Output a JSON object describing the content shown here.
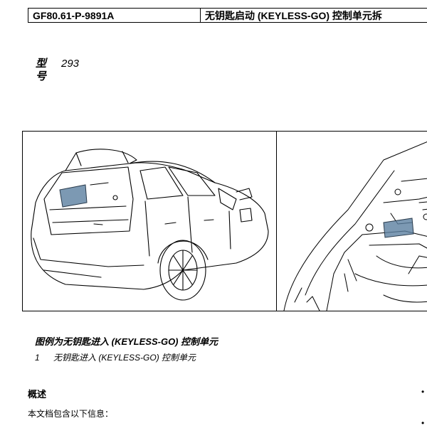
{
  "header": {
    "doc_id": "GF80.61-P-9891A",
    "doc_title": "无钥匙启动 (KEYLESS-GO) 控制单元拆"
  },
  "model": {
    "label": "型号",
    "value": "293"
  },
  "figure": {
    "caption": "图例为无钥匙进入 (KEYLESS-GO) 控制单元",
    "legend": [
      {
        "number": "1",
        "text": "无钥匙进入 (KEYLESS-GO) 控制单元"
      }
    ],
    "highlight_color": "#5b7fa0"
  },
  "overview": {
    "title": "概述",
    "text": "本文档包含以下信息："
  },
  "bullets": [
    "•",
    "•"
  ]
}
